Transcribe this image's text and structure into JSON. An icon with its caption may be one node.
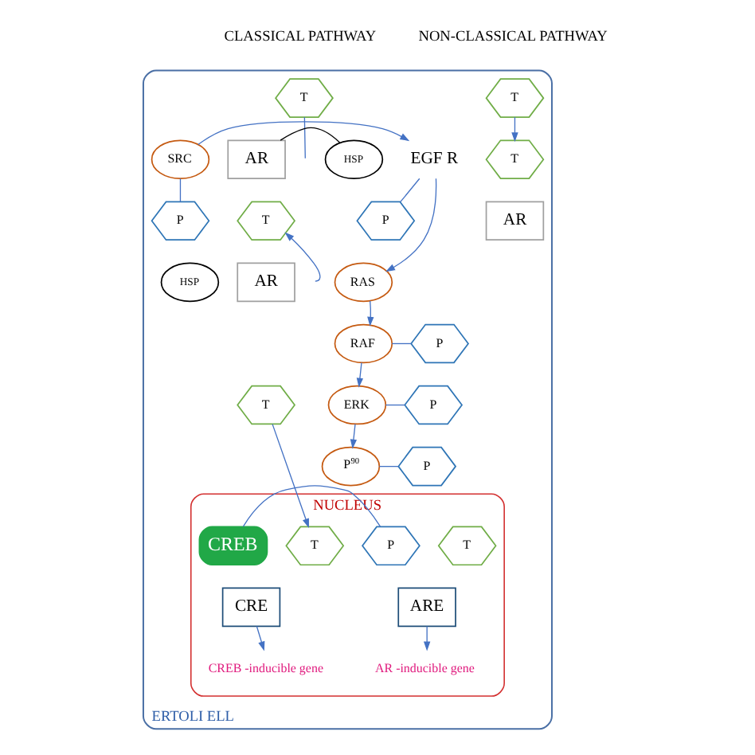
{
  "diagram": {
    "nodes": [
      {
        "text": [
          "ERTOLI ELL"
        ]
      },
      {
        "text": [
          "T"
        ],
        "in": 0
      },
      {
        "text": [
          "AR"
        ],
        "in": 0
      },
      {
        "text": [
          "HSP"
        ],
        "in": 0
      },
      {
        "text": [
          "T"
        ],
        "in": 0
      },
      {
        "text": [
          "AR"
        ],
        "in": 0
      },
      {
        "text": [
          "HSP"
        ],
        "in": 0
      },
      {
        "text": [
          "T"
        ],
        "in": 0
      },
      {
        "text": [
          "NUCLEUS"
        ],
        "in": 0
      },
      {
        "text": [
          "T"
        ],
        "in": 8
      },
      {
        "text": [
          "T"
        ],
        "in": 8
      },
      {
        "text": [
          "ARE"
        ],
        "in": 8
      },
      {
        "text": [
          "AR -inducible gene"
        ],
        "in": 8
      },
      {
        "text": [
          "T"
        ],
        "in": 0
      },
      {
        "text": [
          "T"
        ],
        "in": 0
      },
      {
        "text": [
          "AR"
        ],
        "in": 0
      },
      {
        "text": [
          "SRC"
        ],
        "in": 0
      },
      {
        "text": [
          "P"
        ],
        "in": 0
      },
      {
        "text": [
          "EGF R"
        ],
        "in": 0
      },
      {
        "text": [
          "P"
        ],
        "in": 0
      },
      {
        "text": [
          "RAS"
        ],
        "in": 0
      },
      {
        "text": [
          "RAF"
        ],
        "in": 0
      },
      {
        "text": [
          "P"
        ],
        "in": 0
      },
      {
        "text": [
          "ERK"
        ],
        "in": 0
      },
      {
        "text": [
          "P"
        ],
        "in": 0
      },
      {
        "text": [
          "P$^{90}$"
        ],
        "in": 0
      },
      {
        "text": [
          "P"
        ],
        "in": 0
      },
      {
        "text": [
          "CREB"
        ],
        "in": 8
      },
      {
        "text": [
          "P"
        ],
        "in": 8
      },
      {
        "text": [
          "CRE"
        ],
        "in": 8
      },
      {
        "text": [
          "CREB -inducible gene"
        ],
        "in": 8
      }
    ],
    "edges": [
      {
        "from": 1,
        "to": null,
        "arrow": "none"
      },
      {
        "from": null,
        "to": 4,
        "arrow": "to"
      },
      {
        "from": 2,
        "to": 3,
        "arrow": "none",
        "color": "#000000"
      },
      {
        "from": 7,
        "to": 9,
        "arrow": "to"
      },
      {
        "from": 11,
        "to": 12,
        "arrow": "to"
      },
      {
        "from": 13,
        "to": 14,
        "arrow": "to"
      },
      {
        "from": 16,
        "to": 18,
        "arrow": "to"
      },
      {
        "from": 16,
        "to": 17,
        "arrow": "none"
      },
      {
        "from": 18,
        "to": 19,
        "arrow": "none"
      },
      {
        "from": 18,
        "to": 20,
        "arrow": "to"
      },
      {
        "from": 20,
        "to": 21,
        "arrow": "to"
      },
      {
        "from": 21,
        "to": 22,
        "arrow": "none"
      },
      {
        "from": 21,
        "to": 23,
        "arrow": "to"
      },
      {
        "from": 23,
        "to": 24,
        "arrow": "none"
      },
      {
        "from": 23,
        "to": 25,
        "arrow": "to"
      },
      {
        "from": 25,
        "to": 26,
        "arrow": "none"
      },
      {
        "from": 27,
        "to": 28,
        "arrow": "none"
      },
      {
        "from": 29,
        "to": 30,
        "arrow": "to"
      }
    ],
    "labels": [
      "CLASSICAL PATHWAY",
      "NON-CLASSICAL PATHWAY"
    ]
  }
}
